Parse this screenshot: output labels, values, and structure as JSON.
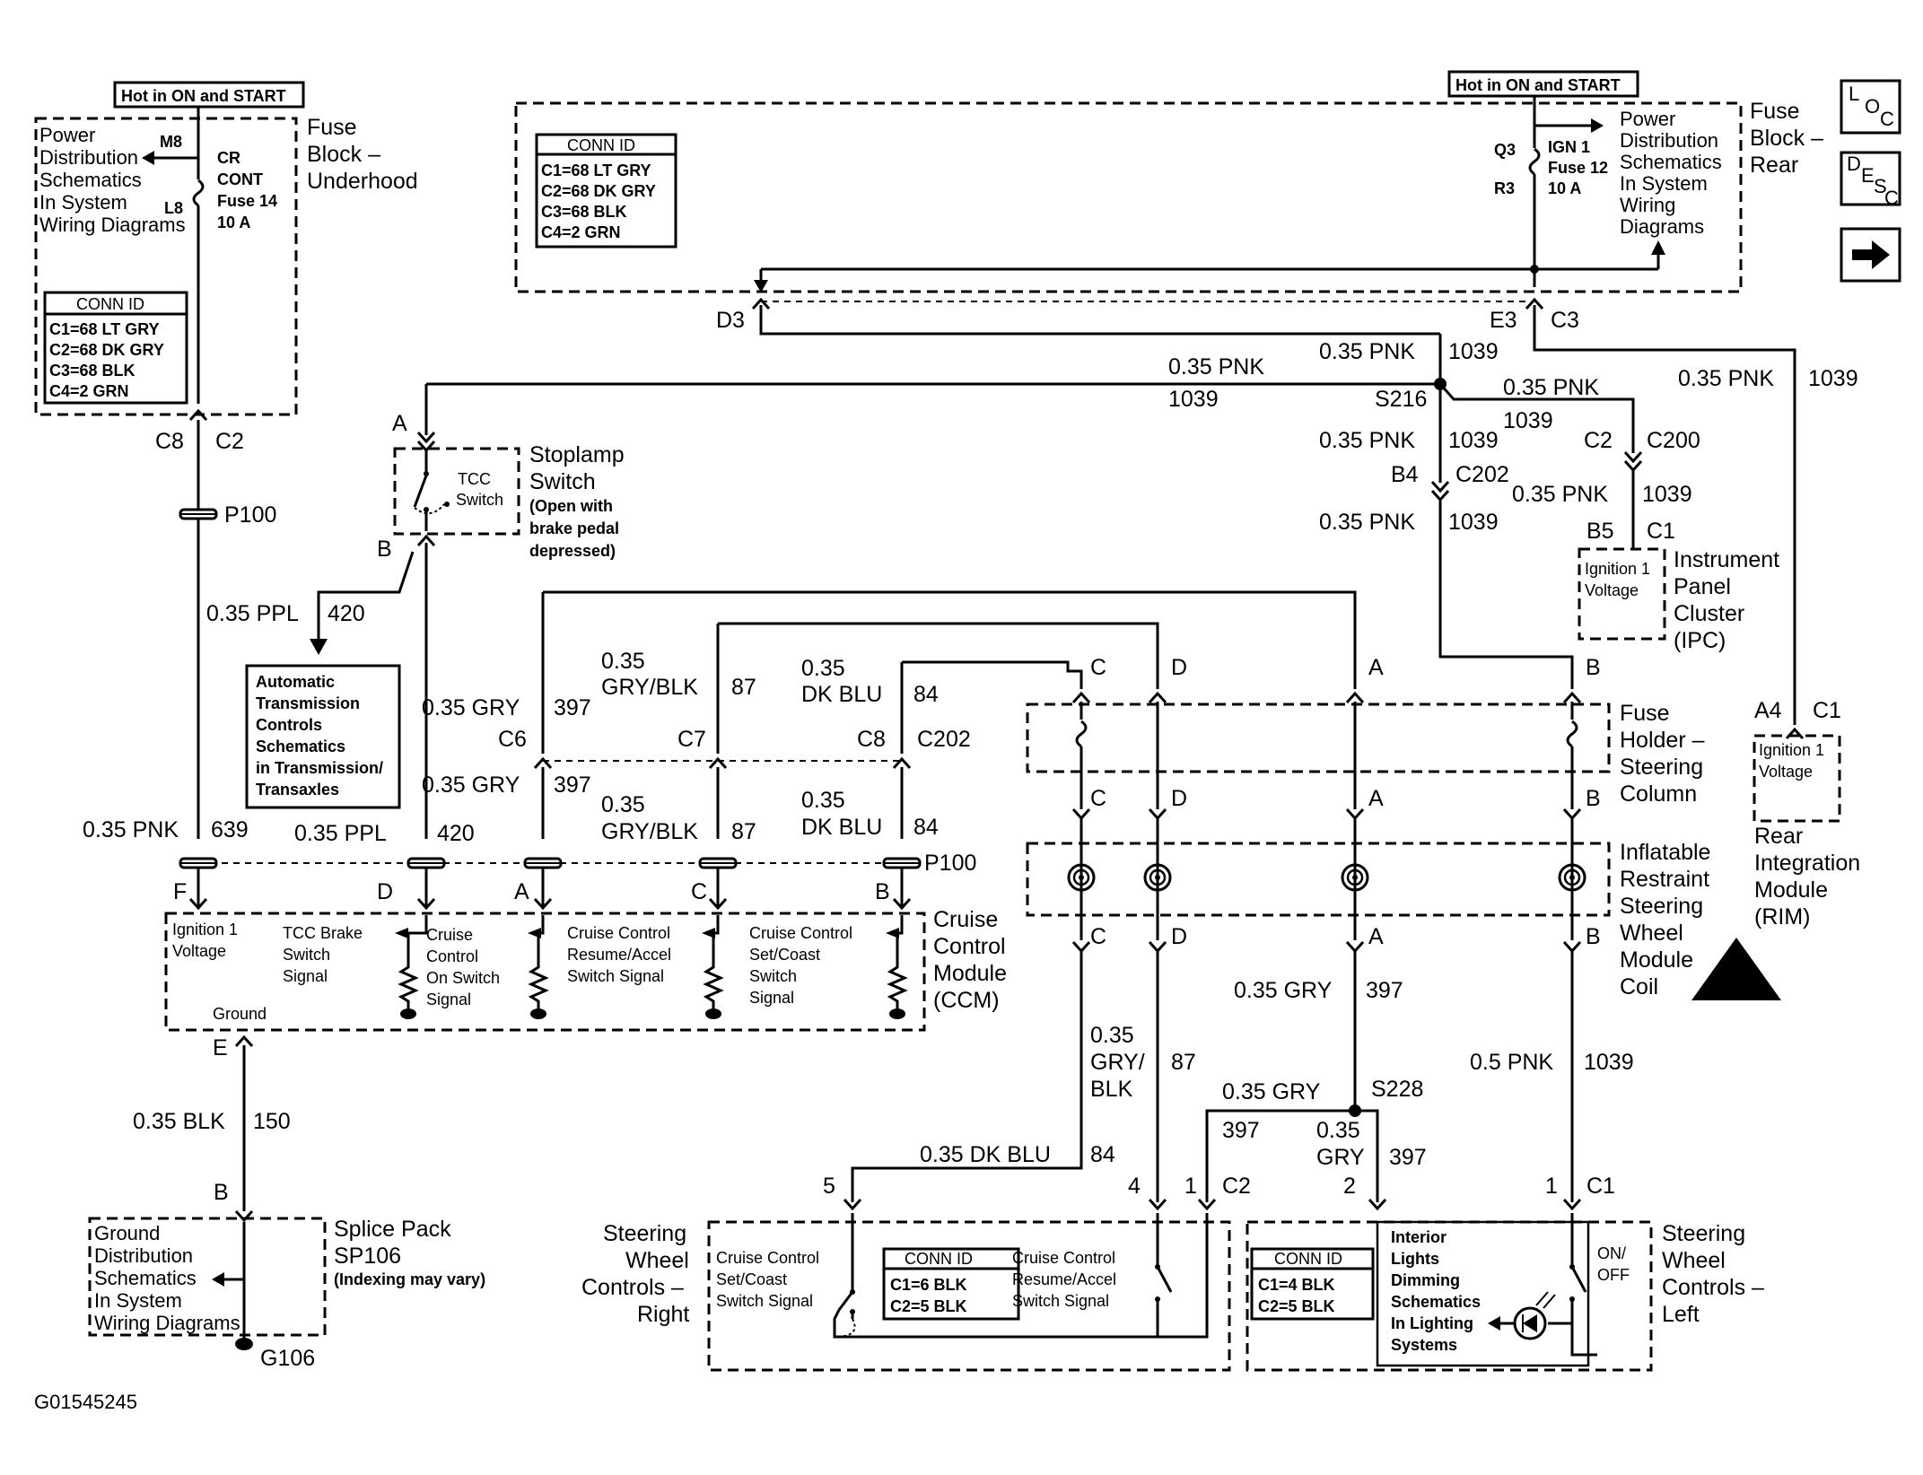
{
  "figure_id": "G01545245",
  "nav": {
    "loc": "LOC",
    "desc": "DESC"
  },
  "hot_label": "Hot in ON and START",
  "fuse_underhood": {
    "title": [
      "Fuse",
      "Block –",
      "Underhood"
    ],
    "power_note": [
      "Power",
      "Distribution",
      "Schematics",
      "In System",
      "Wiring Diagrams"
    ],
    "m8": "M8",
    "l8": "L8",
    "fuse": [
      "CR",
      "CONT",
      "Fuse 14",
      "10 A"
    ],
    "conn_title": "CONN ID",
    "conn": [
      "C1=68 LT GRY",
      "C2=68 DK GRY",
      "C3=68 BLK",
      "C4=2 GRN"
    ],
    "c8": "C8",
    "c2": "C2"
  },
  "fuse_rear": {
    "title": [
      "Fuse",
      "Block –",
      "Rear"
    ],
    "power_note": [
      "Power",
      "Distribution",
      "Schematics",
      "In System",
      "Wiring",
      "Diagrams"
    ],
    "q3": "Q3",
    "r3": "R3",
    "fuse": [
      "IGN 1",
      "Fuse 12",
      "10 A"
    ],
    "conn_title": "CONN ID",
    "conn": [
      "C1=68 LT GRY",
      "C2=68 DK GRY",
      "C3=68 BLK",
      "C4=2 GRN"
    ],
    "d3": "D3",
    "e3": "E3",
    "c3": "C3"
  },
  "p100": "P100",
  "stoplamp": {
    "title": [
      "Stoplamp",
      "Switch"
    ],
    "note": [
      "(Open with",
      "brake pedal",
      "depressed)"
    ],
    "tcc": [
      "TCC",
      "Switch"
    ],
    "a": "A",
    "b": "B"
  },
  "atc": [
    "Automatic",
    "Transmission",
    "Controls",
    "Schematics",
    "in Transmission/",
    "Transaxles"
  ],
  "ipc": {
    "title": [
      "Instrument",
      "Panel",
      "Cluster",
      "(IPC)"
    ],
    "box": [
      "Ignition 1",
      "Voltage"
    ],
    "b5": "B5",
    "c1": "C1",
    "c2": "C2",
    "c200": "C200"
  },
  "rim": {
    "title": [
      "Rear",
      "Integration",
      "Module",
      "(RIM)"
    ],
    "box": [
      "Ignition 1",
      "Voltage"
    ],
    "a4": "A4",
    "c1": "C1"
  },
  "fuse_holder": [
    "Fuse",
    "Holder –",
    "Steering",
    "Column"
  ],
  "coil": [
    "Inflatable",
    "Restraint",
    "Steering",
    "Wheel",
    "Module",
    "Coil"
  ],
  "ccm": {
    "title": [
      "Cruise",
      "Control",
      "Module",
      "(CCM)"
    ],
    "ign": [
      "Ignition 1",
      "Voltage"
    ],
    "tcc": [
      "TCC Brake",
      "Switch",
      "Signal"
    ],
    "on": [
      "Cruise",
      "Control",
      "On Switch",
      "Signal"
    ],
    "resume": [
      "Cruise Control",
      "Resume/Accel",
      "Switch Signal"
    ],
    "set": [
      "Cruise Control",
      "Set/Coast",
      "Switch",
      "Signal"
    ],
    "ground": "Ground",
    "pins": [
      "F",
      "D",
      "A",
      "C",
      "B",
      "E"
    ]
  },
  "splice_pack": {
    "title": [
      "Splice Pack",
      "SP106"
    ],
    "note": "(Indexing may vary)",
    "b": "B",
    "ground_note": [
      "Ground",
      "Distribution",
      "Schematics",
      "In System",
      "Wiring Diagrams"
    ],
    "g106": "G106"
  },
  "swc_right": {
    "title": [
      "Steering",
      "Wheel",
      "Controls –",
      "Right"
    ],
    "set": [
      "Cruise Control",
      "Set/Coast",
      "Switch Signal"
    ],
    "resume": [
      "Cruise Control",
      "Resume/Accel",
      "Switch Signal"
    ],
    "conn_title": "CONN ID",
    "conn": [
      "C1=6 BLK",
      "C2=5 BLK"
    ]
  },
  "swc_left": {
    "title": [
      "Steering",
      "Wheel",
      "Controls –",
      "Left"
    ],
    "interior": [
      "Interior",
      "Lights",
      "Dimming",
      "Schematics",
      "In Lighting",
      "Systems"
    ],
    "onoff": [
      "ON/",
      "OFF"
    ],
    "conn_title": "CONN ID",
    "conn": [
      "C1=4 BLK",
      "C2=5 BLK"
    ]
  },
  "connectors": {
    "c6": "C6",
    "c7": "C7",
    "c8": "C8",
    "c202": "C202",
    "b4": "B4",
    "s216": "S216",
    "s228": "S228",
    "c2": "C2",
    "c1": "C1",
    "pin5": "5",
    "pin4": "4",
    "pin1": "1",
    "pin2": "2",
    "pinc": "C",
    "pind": "D",
    "pina": "A",
    "pinb": "B"
  },
  "wires": {
    "pnk": "0.35 PNK",
    "pnk5": "0.5 PNK",
    "c1039": "1039",
    "ppl": "0.35 PPL",
    "c420": "420",
    "c639": "639",
    "gry": "0.35 GRY",
    "c397": "397",
    "grybk": "GRY/BLK",
    "c87": "87",
    "dkblu": "DK BLU",
    "c84": "84",
    "dkblu_full": "0.35 DK BLU",
    "blk": "0.35 BLK",
    "c150": "150",
    "v035": "0.35",
    "gry_short": "GRY",
    "gry_slash": "GRY/",
    "blk_short": "BLK"
  }
}
